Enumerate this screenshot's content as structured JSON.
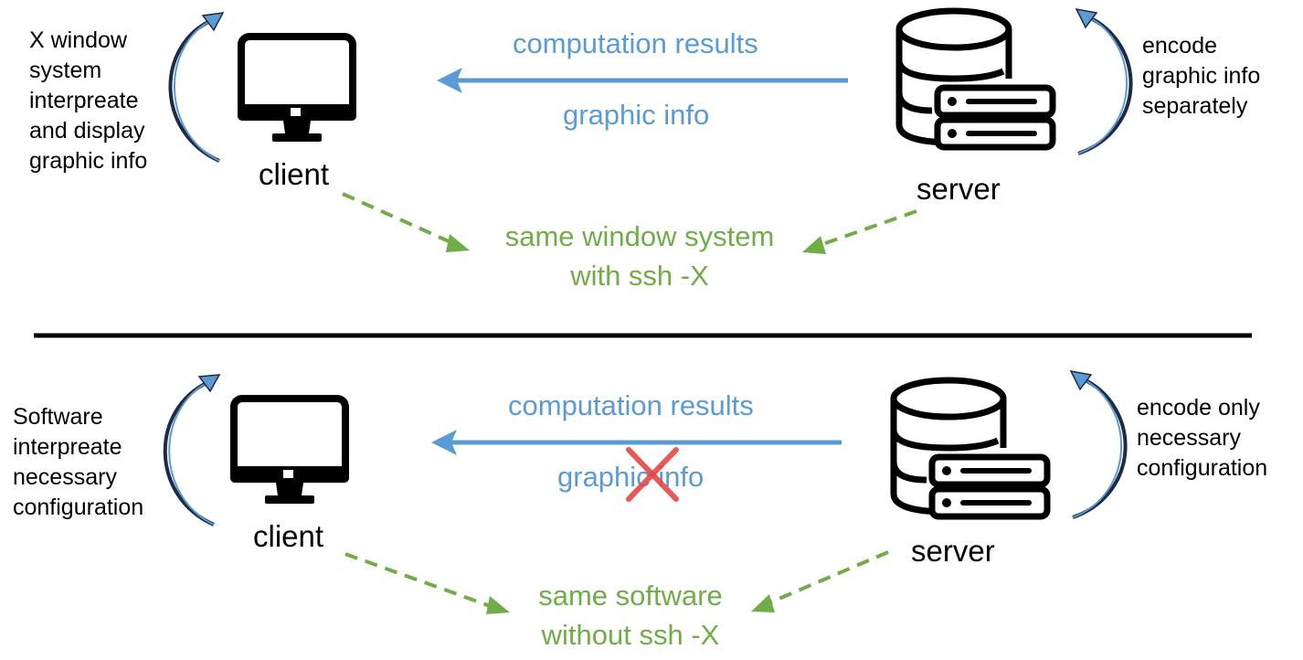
{
  "colors": {
    "blue": "#5b9bd5",
    "green": "#70ad47",
    "red": "#e64646",
    "black": "#000000"
  },
  "top": {
    "client_label": "client",
    "server_label": "server",
    "client_note": "X window\nsystem\ninterpreate\nand display\ngraphic info",
    "server_note": "encode\ngraphic info\nseparately",
    "arrow_line1": "computation results",
    "arrow_line2": "graphic info",
    "shared": "same window system\nwith ssh -X"
  },
  "bottom": {
    "client_label": "client",
    "server_label": "server",
    "client_note": "Software\ninterpreate\nnecessary\nconfiguration",
    "server_note": "encode only\nnecessary\nconfiguration",
    "arrow_line1": "computation results",
    "arrow_line2": "graphic info",
    "arrow_line2_crossed": true,
    "shared": "same software\nwithout ssh -X"
  },
  "icons": {
    "client": "desktop-monitor-icon",
    "server": "database-server-icon",
    "crossed": "red-x-icon"
  }
}
